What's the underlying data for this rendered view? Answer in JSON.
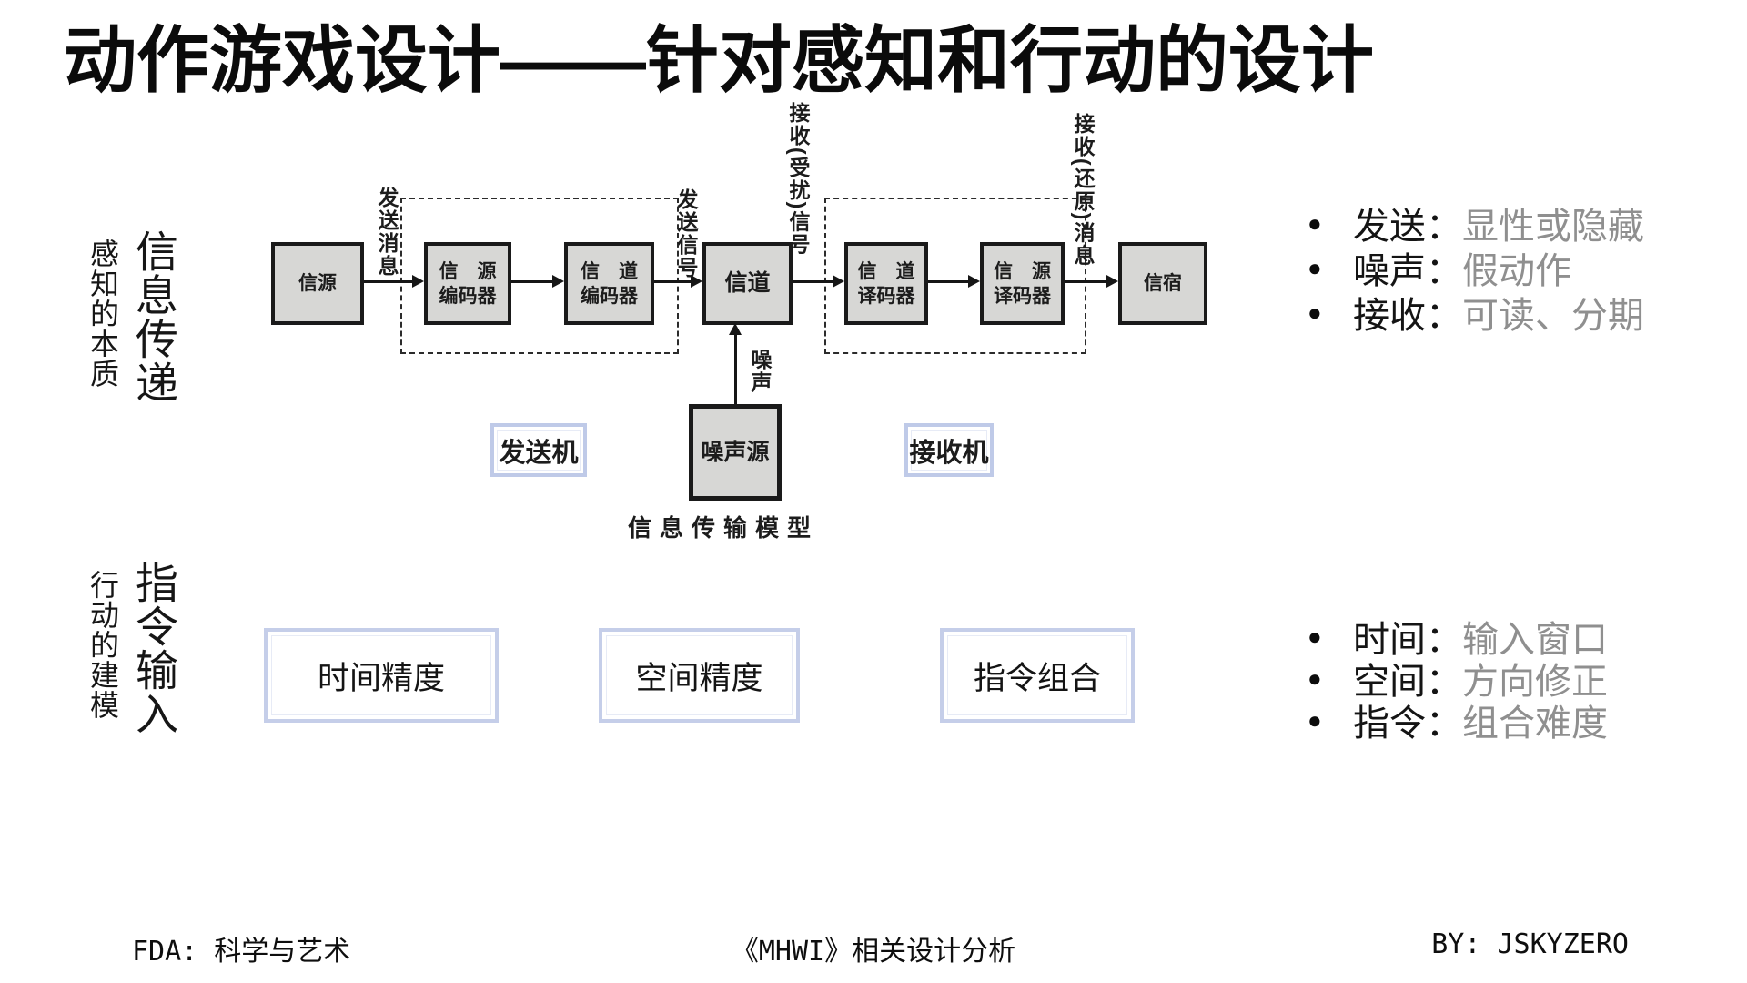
{
  "title": "动作游戏设计——针对感知和行动的设计",
  "bullet_glyph": "●",
  "left_labels": {
    "perception_sub": "感知的本质",
    "perception_main": "信息传递",
    "action_sub": "行动的建模",
    "action_main": "指令输入"
  },
  "diagram": {
    "caption": "信息传输模型",
    "chain": [
      {
        "line1": "信源"
      },
      {
        "line1": "信　源",
        "line2": "编码器"
      },
      {
        "line1": "信　道",
        "line2": "编码器"
      },
      {
        "line1": "信道"
      },
      {
        "line1": "信　道",
        "line2": "译码器"
      },
      {
        "line1": "信　源",
        "line2": "译码器"
      },
      {
        "line1": "信宿"
      }
    ],
    "edge_labels": {
      "send_message": "发送消息",
      "send_signal": "发送信号",
      "receive_disturbed_signal": "接收(受扰)信号",
      "receive_restored_message": "接收(还原)消息",
      "noise": "噪声"
    },
    "noise_source": "噪声源",
    "transmitter": "发送机",
    "receiver": "接收机"
  },
  "perception_bullets": [
    {
      "label": "发送：",
      "value": "显性或隐藏"
    },
    {
      "label": "噪声：",
      "value": "假动作"
    },
    {
      "label": "接收：",
      "value": "可读、分期"
    }
  ],
  "action_boxes": [
    "时间精度",
    "空间精度",
    "指令组合"
  ],
  "action_bullets": [
    {
      "label": "时间：",
      "value": "输入窗口"
    },
    {
      "label": "空间：",
      "value": "方向修正"
    },
    {
      "label": "指令：",
      "value": "组合难度"
    }
  ],
  "footer": {
    "left": "FDA: 科学与艺术",
    "center": "《MHWI》相关设计分析",
    "right": "BY: JSKYZERO"
  },
  "colors": {
    "accent_border": "#bfcae8",
    "box_fill": "#d7d7d5",
    "muted_text": "#8f8f8f"
  }
}
